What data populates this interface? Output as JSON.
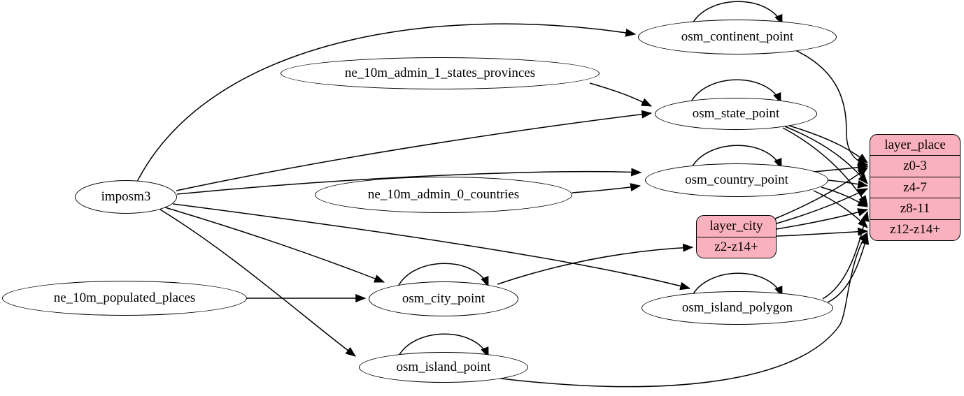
{
  "diagram": {
    "colors": {
      "background": "#ffffff",
      "edge": "#000000",
      "node_border": "#000000",
      "node_fill": "#ffffff",
      "record_fill": "#f9b1bd"
    },
    "nodes": [
      {
        "id": "imposm3",
        "type": "ellipse",
        "label": "imposm3"
      },
      {
        "id": "ne_10m_populated_places",
        "type": "ellipse",
        "label": "ne_10m_populated_places"
      },
      {
        "id": "ne_10m_admin_1_states_provinces",
        "type": "ellipse",
        "label": "ne_10m_admin_1_states_provinces"
      },
      {
        "id": "ne_10m_admin_0_countries",
        "type": "ellipse",
        "label": "ne_10m_admin_0_countries"
      },
      {
        "id": "osm_continent_point",
        "type": "ellipse",
        "label": "osm_continent_point"
      },
      {
        "id": "osm_state_point",
        "type": "ellipse",
        "label": "osm_state_point"
      },
      {
        "id": "osm_country_point",
        "type": "ellipse",
        "label": "osm_country_point"
      },
      {
        "id": "osm_city_point",
        "type": "ellipse",
        "label": "osm_city_point"
      },
      {
        "id": "osm_island_polygon",
        "type": "ellipse",
        "label": "osm_island_polygon"
      },
      {
        "id": "osm_island_point",
        "type": "ellipse",
        "label": "osm_island_point"
      },
      {
        "id": "layer_city",
        "type": "record",
        "header": "layer_city",
        "rows": [
          "z2-z14+"
        ]
      },
      {
        "id": "layer_place",
        "type": "record",
        "header": "layer_place",
        "rows": [
          "z0-3",
          "z4-7",
          "z8-11",
          "z12-z14+"
        ]
      }
    ],
    "edges": [
      {
        "from": "imposm3",
        "to": "osm_continent_point"
      },
      {
        "from": "imposm3",
        "to": "osm_state_point"
      },
      {
        "from": "imposm3",
        "to": "osm_country_point"
      },
      {
        "from": "imposm3",
        "to": "osm_city_point"
      },
      {
        "from": "imposm3",
        "to": "osm_island_polygon"
      },
      {
        "from": "imposm3",
        "to": "osm_island_point"
      },
      {
        "from": "ne_10m_admin_1_states_provinces",
        "to": "osm_state_point"
      },
      {
        "from": "ne_10m_admin_0_countries",
        "to": "osm_country_point"
      },
      {
        "from": "ne_10m_populated_places",
        "to": "osm_city_point"
      },
      {
        "from": "osm_continent_point",
        "to": "osm_continent_point"
      },
      {
        "from": "osm_state_point",
        "to": "osm_state_point"
      },
      {
        "from": "osm_country_point",
        "to": "osm_country_point"
      },
      {
        "from": "osm_city_point",
        "to": "osm_city_point"
      },
      {
        "from": "osm_island_polygon",
        "to": "osm_island_polygon"
      },
      {
        "from": "osm_island_point",
        "to": "osm_island_point"
      },
      {
        "from": "osm_continent_point",
        "to": "layer_place",
        "row": "z0-3"
      },
      {
        "from": "osm_state_point",
        "to": "layer_place",
        "row": "z0-3"
      },
      {
        "from": "osm_state_point",
        "to": "layer_place",
        "row": "z4-7"
      },
      {
        "from": "osm_state_point",
        "to": "layer_place",
        "row": "z8-11"
      },
      {
        "from": "osm_country_point",
        "to": "layer_place",
        "row": "z0-3"
      },
      {
        "from": "osm_country_point",
        "to": "layer_place",
        "row": "z4-7"
      },
      {
        "from": "osm_country_point",
        "to": "layer_place",
        "row": "z8-11"
      },
      {
        "from": "osm_country_point",
        "to": "layer_place",
        "row": "z12-z14+"
      },
      {
        "from": "osm_island_polygon",
        "to": "layer_place",
        "row": "z8-11"
      },
      {
        "from": "osm_island_polygon",
        "to": "layer_place",
        "row": "z12-z14+"
      },
      {
        "from": "osm_island_point",
        "to": "layer_place",
        "row": "z12-z14+"
      },
      {
        "from": "osm_city_point",
        "to": "layer_city",
        "row": "z2-z14+"
      },
      {
        "from": "layer_city",
        "to": "layer_place",
        "row": "z0-3"
      },
      {
        "from": "layer_city",
        "to": "layer_place",
        "row": "z4-7"
      },
      {
        "from": "layer_city",
        "to": "layer_place",
        "row": "z8-11"
      },
      {
        "from": "layer_city",
        "to": "layer_place",
        "row": "z12-z14+"
      }
    ]
  }
}
